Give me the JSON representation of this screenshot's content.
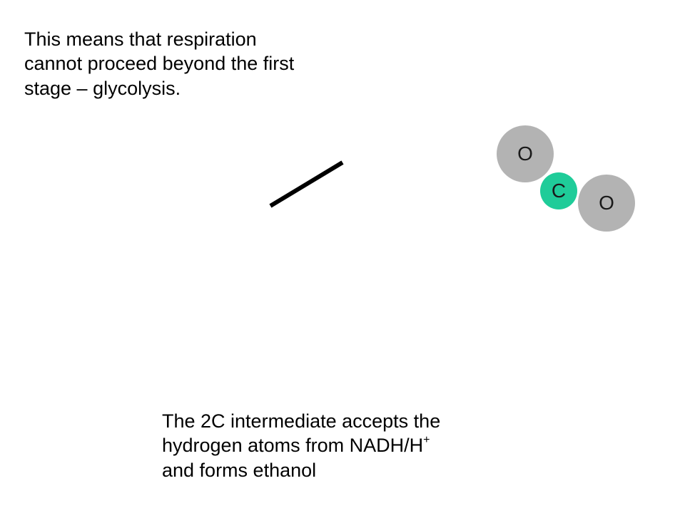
{
  "top_text": {
    "line1": "This means that respiration",
    "line2": "cannot proceed beyond the first",
    "line3": "stage – glycolysis."
  },
  "bottom_text": {
    "line1": "The 2C intermediate accepts the",
    "line2": "hydrogen atoms from NADH/H",
    "line2_sup": "+",
    "line3": "and forms ethanol"
  },
  "molecule": {
    "atom_1": "O",
    "atom_2": "C",
    "atom_3": "O",
    "colors": {
      "oxygen": "#b3b3b3",
      "carbon": "#1fcc99"
    }
  },
  "bond_line_color": "#000000"
}
